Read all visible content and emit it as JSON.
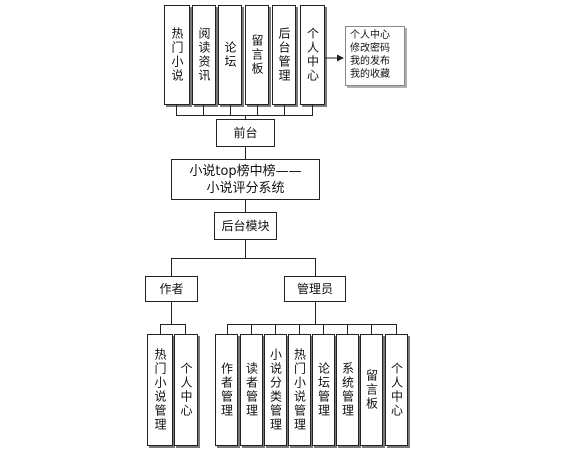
{
  "frontend_modules": [
    "热门小说",
    "阅读资讯",
    "论坛",
    "留言板",
    "后台管理",
    "个人中心"
  ],
  "personal_center_note": [
    "个人中心",
    "修改密码",
    "我的发布",
    "我的收藏"
  ],
  "frontend_label": "前台",
  "system_title": "小说top榜中榜——小说评分系统",
  "backend_label": "后台模块",
  "author_label": "作者",
  "admin_label": "管理员",
  "author_modules": [
    "热门小说管理",
    "个人中心"
  ],
  "admin_modules": [
    "作者管理",
    "读者管理",
    "小说分类管理",
    "热门小说管理",
    "论坛管理",
    "系统管理",
    "留言板",
    "个人中心"
  ]
}
